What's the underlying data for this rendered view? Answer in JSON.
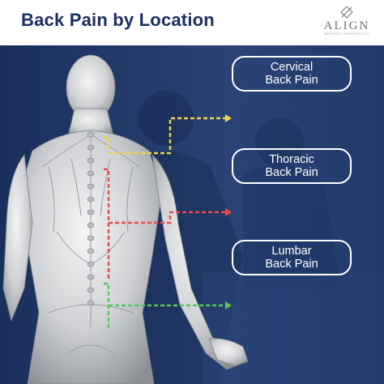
{
  "header": {
    "title": "Back Pain by Location"
  },
  "logo": {
    "name": "ALIGN",
    "tagline": "BESPOKE CHIROPRACTIC",
    "icon": "align-logo-mark"
  },
  "callouts": [
    {
      "line1": "Cervical",
      "line2": "Back Pain",
      "color": "#f0d44a"
    },
    {
      "line1": "Thoracic",
      "line2": "Back Pain",
      "color": "#e84b4b"
    },
    {
      "line1": "Lumbar",
      "line2": "Back Pain",
      "color": "#58c65b"
    }
  ],
  "colors": {
    "title": "#1c2f63",
    "panel": "#1d3463",
    "cervical": "#f0d44a",
    "thoracic": "#e84b4b",
    "lumbar": "#58c65b"
  }
}
